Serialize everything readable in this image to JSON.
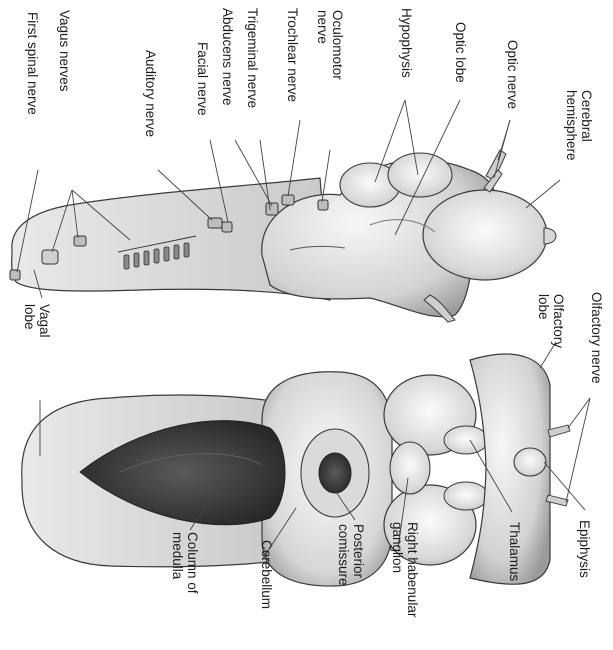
{
  "colors": {
    "tissue_light": "#f2f2f2",
    "tissue_mid": "#cfcfcf",
    "tissue_dark": "#8a8a8a",
    "outline": "#3a3a3a",
    "cavity": "#3c3c3c",
    "label_text": "#1c1c1c"
  },
  "labels": {
    "first_spinal_nerve": "First spinal nerve",
    "vagus_nerves": "Vagus nerves",
    "auditory_nerve": "Auditory nerve",
    "facial_nerve": "Facial nerve",
    "abducens_nerve": "Abducens nerve",
    "trigeminal_nerve": "Trigeminal nerve",
    "trochlear_nerve": "Trochlear nerve",
    "oculomotor_nerve": [
      "Oculomotor",
      "nerve"
    ],
    "hypophysis": "Hypophysis",
    "optic_lobe": "Optic lobe",
    "optic_nerve": "Optic nerve",
    "cerebral_hemisphere": [
      "Cerebral",
      "hemisphere"
    ],
    "vagal_lobe": [
      "Vagal",
      "lobe"
    ],
    "olfactory_lobe": [
      "Olfactory",
      "lobe"
    ],
    "olfactory_nerve": "Olfactory nerve",
    "epiphysis": "Epiphysis",
    "thalamus": "Thalamus",
    "right_habenular_ganglion": [
      "Right habenular",
      "ganglion"
    ],
    "posterior_comissure": [
      "Posterior",
      "comissure"
    ],
    "cerebellum": "Cerebellum",
    "column_of_medulla": [
      "Column of",
      "medulla"
    ]
  }
}
